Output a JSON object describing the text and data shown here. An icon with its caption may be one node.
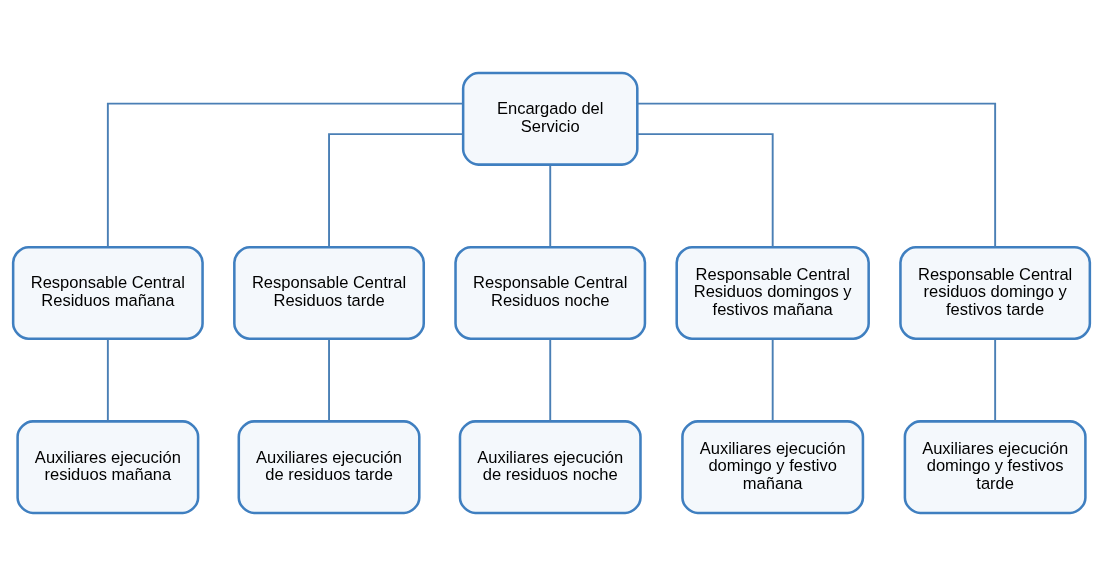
{
  "diagram": {
    "nodes": [
      {
        "text": [
          "Encargado del Servicio"
        ]
      },
      {
        "text": [
          "Responsable Central Residuos mañana"
        ]
      },
      {
        "text": [
          "Responsable Central Residuos tarde"
        ]
      },
      {
        "text": [
          "Responsable Central Residuos noche"
        ]
      },
      {
        "text": [
          "Responsable Central Residuos domingos y festivos mañana"
        ]
      },
      {
        "text": [
          "Responsable Central residuos domingo y festivos tarde"
        ]
      },
      {
        "text": [
          "Auxiliares ejecución residuos mañana"
        ]
      },
      {
        "text": [
          "Auxiliares ejecución de residuos tarde"
        ]
      },
      {
        "text": [
          "Auxiliares ejecución de residuos noche"
        ]
      },
      {
        "text": [
          "Auxiliares ejecución domingo y festivo mañana"
        ]
      },
      {
        "text": [
          "Auxiliares ejecución domingo y festivos tarde"
        ]
      }
    ],
    "edges": [
      {
        "from": 0,
        "to": 1,
        "arrow": "none"
      },
      {
        "from": 0,
        "to": 2,
        "arrow": "none"
      },
      {
        "from": 0,
        "to": 3,
        "arrow": "none"
      },
      {
        "from": 0,
        "to": 4,
        "arrow": "none"
      },
      {
        "from": 0,
        "to": 5,
        "arrow": "none"
      },
      {
        "from": 1,
        "to": 6,
        "arrow": "none"
      },
      {
        "from": 2,
        "to": 7,
        "arrow": "none"
      },
      {
        "from": 3,
        "to": 8,
        "arrow": "none"
      },
      {
        "from": 4,
        "to": 9,
        "arrow": "none"
      },
      {
        "from": 5,
        "to": 10,
        "arrow": "none"
      }
    ]
  }
}
